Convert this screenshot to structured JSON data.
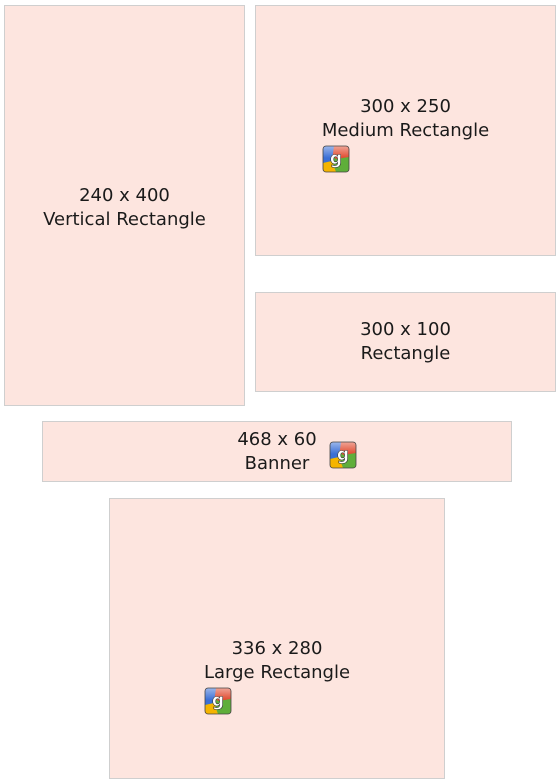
{
  "ads": [
    {
      "size": "240 x 400",
      "name": "Vertical Rectangle",
      "icon": "none"
    },
    {
      "size": "300 x 250",
      "name": "Medium Rectangle",
      "icon": "google-logo-icon"
    },
    {
      "size": "300 x 100",
      "name": "Rectangle",
      "icon": "none"
    },
    {
      "size": "468 x 60",
      "name": "Banner",
      "icon": "google-logo-icon"
    },
    {
      "size": "336 x 280",
      "name": "Large Rectangle",
      "icon": "google-logo-icon"
    }
  ],
  "colors": {
    "box_fill": "#fde5df",
    "box_border": "#cfcfcf",
    "text": "#1a1a1a",
    "google_red": "#e04a2f",
    "google_green": "#5fae3a",
    "google_blue": "#3b6fd6",
    "google_yellow": "#f5b400"
  }
}
